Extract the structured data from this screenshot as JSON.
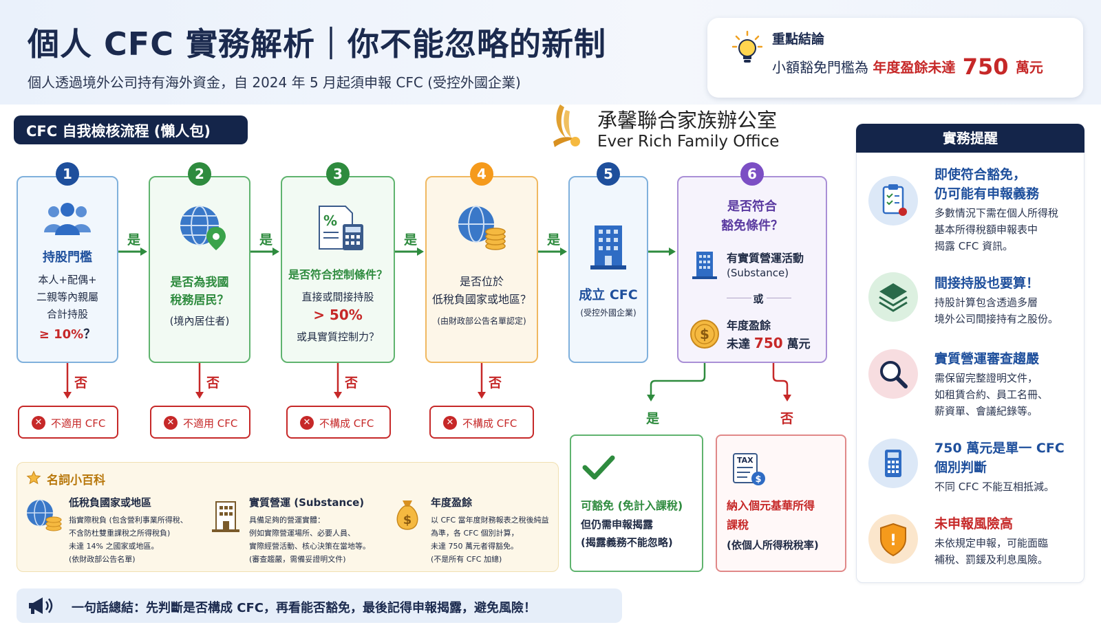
{
  "header": {
    "title": "個人 CFC 實務解析｜你不能忽略的新制",
    "subtitle": "個人透過境外公司持有海外資金，自 2024 年 5 月起須申報 CFC (受控外國企業)"
  },
  "summary": {
    "title": "重點結論",
    "prefix": "小額豁免門檻為",
    "highlight": "年度盈餘未達",
    "amount": "750",
    "unit": "萬元"
  },
  "flow_title": "CFC 自我檢核流程 (懶人包)",
  "logo": {
    "cn": "承馨聯合家族辦公室",
    "en": "Ever Rich Family Office"
  },
  "labels": {
    "yes": "是",
    "no": "否",
    "or": "或"
  },
  "steps": {
    "s1": {
      "num": "1",
      "title": "持股門檻",
      "l1": "本人+配偶+",
      "l2": "二親等內親屬",
      "l3": "合計持股",
      "l4": "≥ 10%",
      "q": "？"
    },
    "s2": {
      "num": "2",
      "l1": "是否為我國",
      "l2": "稅務居民？",
      "l3": "(境內居住者)"
    },
    "s3": {
      "num": "3",
      "l1": "是否符合控制條件？",
      "l2": "直接或間接持股",
      "l3": "> 50%",
      "l4": "或具實質控制力？"
    },
    "s4": {
      "num": "4",
      "l1": "是否位於",
      "l2": "低稅負國家或地區？",
      "l3": "(由財政部公告名單認定)"
    },
    "s5": {
      "num": "5",
      "l1": "成立 CFC",
      "l2": "(受控外國企業)"
    },
    "s6": {
      "num": "6",
      "l1": "是否符合",
      "l2": "豁免條件？",
      "c1a": "有實質營運活動",
      "c1b": "(Substance)",
      "c2a": "年度盈餘",
      "c2b_pre": "未達",
      "c2b_num": "750",
      "c2b_post": "萬元"
    }
  },
  "rejects": {
    "r1": "不適用 CFC",
    "r2": "不適用 CFC",
    "r3": "不構成 CFC",
    "r4": "不構成 CFC"
  },
  "glossary": {
    "title": "名詞小百科",
    "items": [
      {
        "title": "低稅負國家或地區",
        "lines": [
          "指實際稅負 (包含營利事業所得稅、",
          "不含防杜雙重課稅之所得稅負)",
          "未達 14% 之國家或地區。",
          "(依財政部公告名單)"
        ]
      },
      {
        "title": "實質營運 (Substance)",
        "lines": [
          "具備足夠的營運實體：",
          "例如實際營運場所、必要人員、",
          "實際經營活動、核心決策在當地等。",
          "(審查趨嚴，需備妥證明文件)"
        ]
      },
      {
        "title": "年度盈餘",
        "lines": [
          "以 CFC 當年度財務報表之稅後純益",
          "為準，各 CFC 個別計算，",
          "未達 750 萬元者得豁免。",
          "(不是所有 CFC 加總)"
        ]
      }
    ]
  },
  "outcomes": {
    "exempt": {
      "l1": "可豁免 (免計入課稅)",
      "l2": "但仍需申報揭露",
      "l3": "(揭露義務不能忽略)"
    },
    "taxed": {
      "tax_label": "TAX",
      "l1": "納入個元基華所得",
      "l2": "課稅",
      "l3": "(依個人所得稅稅率)"
    }
  },
  "reminders": {
    "title": "實務提醒",
    "items": [
      {
        "title1": "即使符合豁免，",
        "title2": "仍可能有申報義務",
        "body": [
          "多數情況下需在個人所得稅",
          "基本所得稅額申報表中",
          "揭露 CFC 資訊。"
        ]
      },
      {
        "title1": "間接持股也要算！",
        "title2": "",
        "body": [
          "持股計算包含透過多層",
          "境外公司間接持有之股份。"
        ]
      },
      {
        "title1": "實質營運審查趨嚴",
        "title2": "",
        "body": [
          "需保留完整證明文件，",
          "如租賃合約、員工名冊、",
          "薪資單、會議紀錄等。"
        ]
      },
      {
        "title1": "750 萬元是單一 CFC",
        "title2": "個別判斷",
        "body": [
          "不同 CFC 不能互相抵減。"
        ]
      },
      {
        "title1": "未申報風險高",
        "title2": "",
        "body": [
          "未依規定申報，可能面臨",
          "補稅、罰鍰及利息風險。"
        ],
        "red": true
      }
    ]
  },
  "bottom": "一句話總結：先判斷是否構成 CFC，再看能否豁免，最後記得申報揭露，避免風險！"
}
